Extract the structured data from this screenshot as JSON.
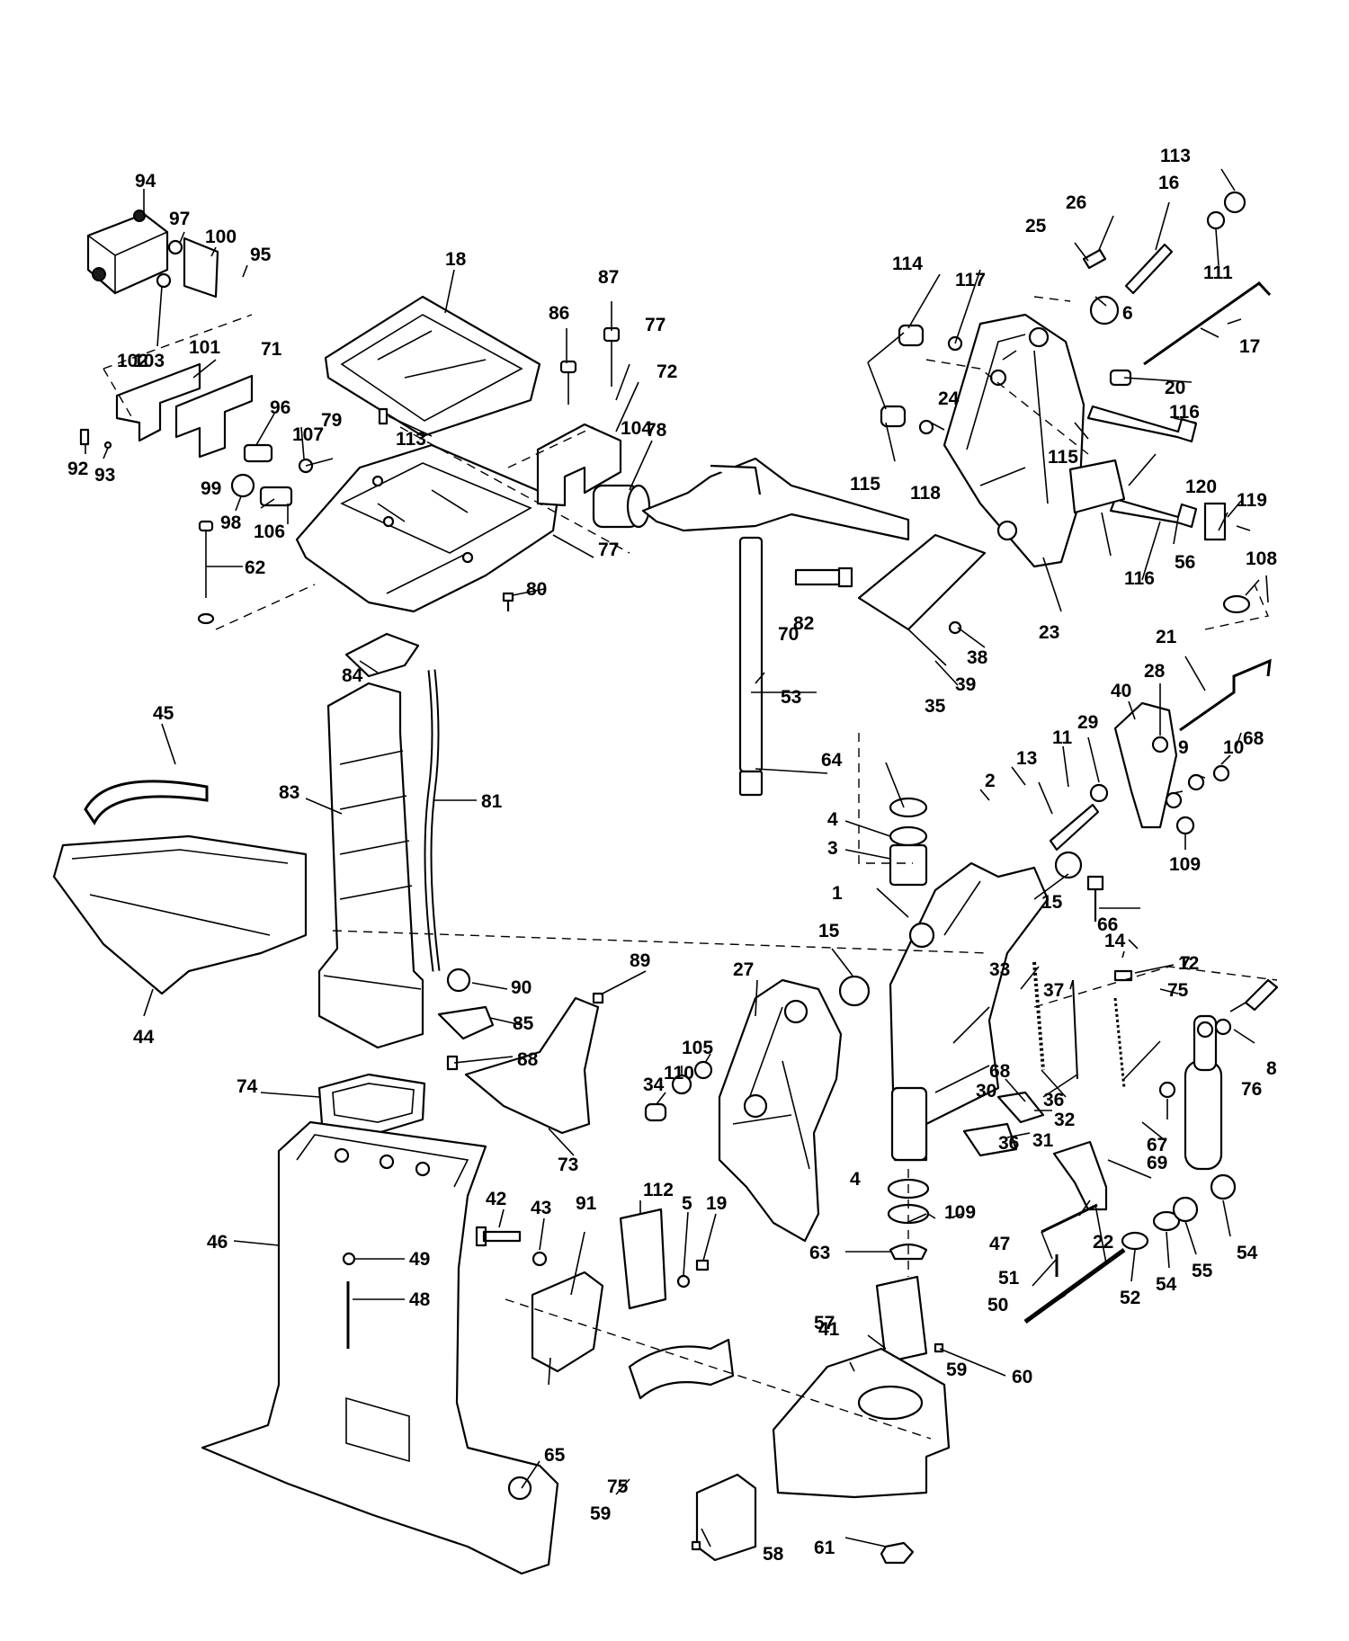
{
  "diagram": {
    "callouts": [
      "1",
      "2",
      "3",
      "4",
      "4",
      "5",
      "6",
      "7",
      "8",
      "9",
      "10",
      "11",
      "12",
      "13",
      "14",
      "15",
      "15",
      "16",
      "17",
      "18",
      "19",
      "20",
      "21",
      "22",
      "23",
      "24",
      "25",
      "26",
      "27",
      "28",
      "29",
      "30",
      "31",
      "32",
      "33",
      "34",
      "35",
      "36",
      "36",
      "37",
      "38",
      "39",
      "40",
      "41",
      "42",
      "43",
      "44",
      "45",
      "46",
      "47",
      "48",
      "49",
      "50",
      "51",
      "52",
      "53",
      "54",
      "54",
      "55",
      "56",
      "57",
      "58",
      "59",
      "59",
      "60",
      "61",
      "62",
      "63",
      "64",
      "65",
      "66",
      "67",
      "68",
      "68",
      "69",
      "70",
      "71",
      "72",
      "73",
      "74",
      "75",
      "75",
      "76",
      "77",
      "77",
      "78",
      "79",
      "80",
      "81",
      "82",
      "83",
      "84",
      "85",
      "86",
      "87",
      "88",
      "89",
      "90",
      "91",
      "92",
      "93",
      "94",
      "95",
      "96",
      "97",
      "98",
      "99",
      "100",
      "101",
      "102",
      "103",
      "104",
      "105",
      "106",
      "107",
      "108",
      "109",
      "109",
      "110",
      "111",
      "112",
      "113",
      "113",
      "114",
      "115",
      "115",
      "116",
      "116",
      "117",
      "118",
      "119",
      "120"
    ]
  }
}
